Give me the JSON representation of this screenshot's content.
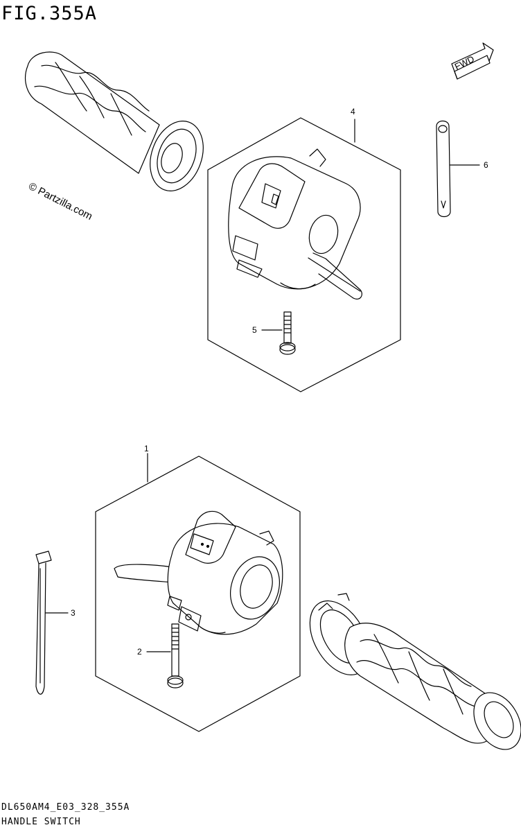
{
  "figure": {
    "title": "FIG.355A",
    "watermark": "© Partzilla.com",
    "code": "DL650AM4_E03_328_355A",
    "name": "HANDLE SWITCH",
    "fwd_label": "FWD"
  },
  "callouts": [
    "1",
    "2",
    "3",
    "4",
    "5",
    "6"
  ]
}
